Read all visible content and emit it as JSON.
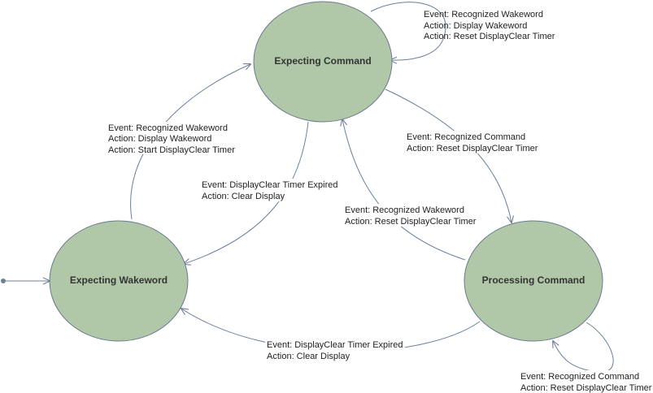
{
  "states": {
    "expecting_command": "Expecting Command",
    "expecting_wakeword": "Expecting Wakeword",
    "processing_command": "Processing Command"
  },
  "transitions": {
    "cmd_self": {
      "event": "Event: Recognized Wakeword",
      "action1": "Action: Display Wakeword",
      "action2": "Action: Reset DisplayClear Timer"
    },
    "wake_to_cmd": {
      "event": "Event: Recognized Wakeword",
      "action1": "Action: Display Wakeword",
      "action2": "Action: Start DisplayClear Timer"
    },
    "cmd_to_wake": {
      "event": "Event: DisplayClear Timer Expired",
      "action1": "Action: Clear Display"
    },
    "cmd_to_proc": {
      "event": "Event: Recognized Command",
      "action1": "Action: Reset DisplayClear Timer"
    },
    "proc_to_cmd": {
      "event": "Event: Recognized Wakeword",
      "action1": "Action: Reset DisplayClear Timer"
    },
    "proc_to_wake": {
      "event": "Event: DisplayClear Timer Expired",
      "action1": "Action: Clear Display"
    },
    "proc_self": {
      "event": "Event: Recognized Command",
      "action1": "Action: Reset DisplayClear Timer"
    }
  }
}
